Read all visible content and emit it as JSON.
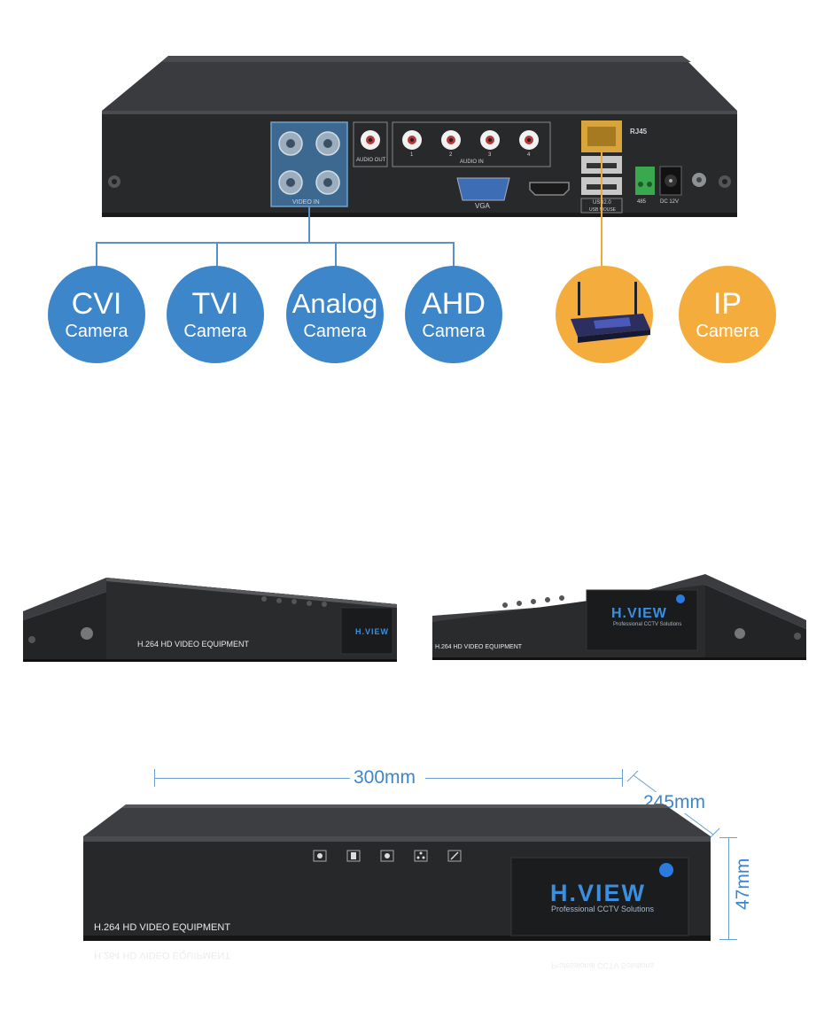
{
  "rear_panel": {
    "video_in": "VIDEO IN",
    "audio_out": "AUDIO OUT",
    "audio_in": "AUDIO IN",
    "audio_in_ports": [
      "1",
      "2",
      "3",
      "4"
    ],
    "vga": "VGA",
    "rj45": "RJ45",
    "usb_label_1": "USB2.0",
    "usb_label_2": "USB MOUSE",
    "power": "DC 12V",
    "rs485": "485"
  },
  "camera_types": [
    {
      "name": "CVI",
      "sub": "Camera"
    },
    {
      "name": "TVI",
      "sub": "Camera"
    },
    {
      "name": "Analog",
      "sub": "Camera"
    },
    {
      "name": "AHD",
      "sub": "Camera"
    }
  ],
  "ip_camera": {
    "name": "IP",
    "sub": "Camera"
  },
  "front_views": {
    "left_label": "H.264 HD VIDEO EQUIPMENT",
    "left_brand": "H.VIEW",
    "right_label": "H.264 HD VIDEO EQUIPMENT",
    "right_brand": "H.VIEW",
    "right_brand_sub": "Professional CCTV Solutions"
  },
  "dimensions": {
    "width": "300mm",
    "depth": "245mm",
    "height": "47mm"
  },
  "main_front": {
    "label": "H.264 HD VIDEO EQUIPMENT",
    "brand": "H.VIEW",
    "brand_sub": "Professional CCTV Solutions"
  },
  "colors": {
    "blue": "#3c86c9",
    "orange": "#f4ad3d",
    "device": "#2e2f31"
  }
}
